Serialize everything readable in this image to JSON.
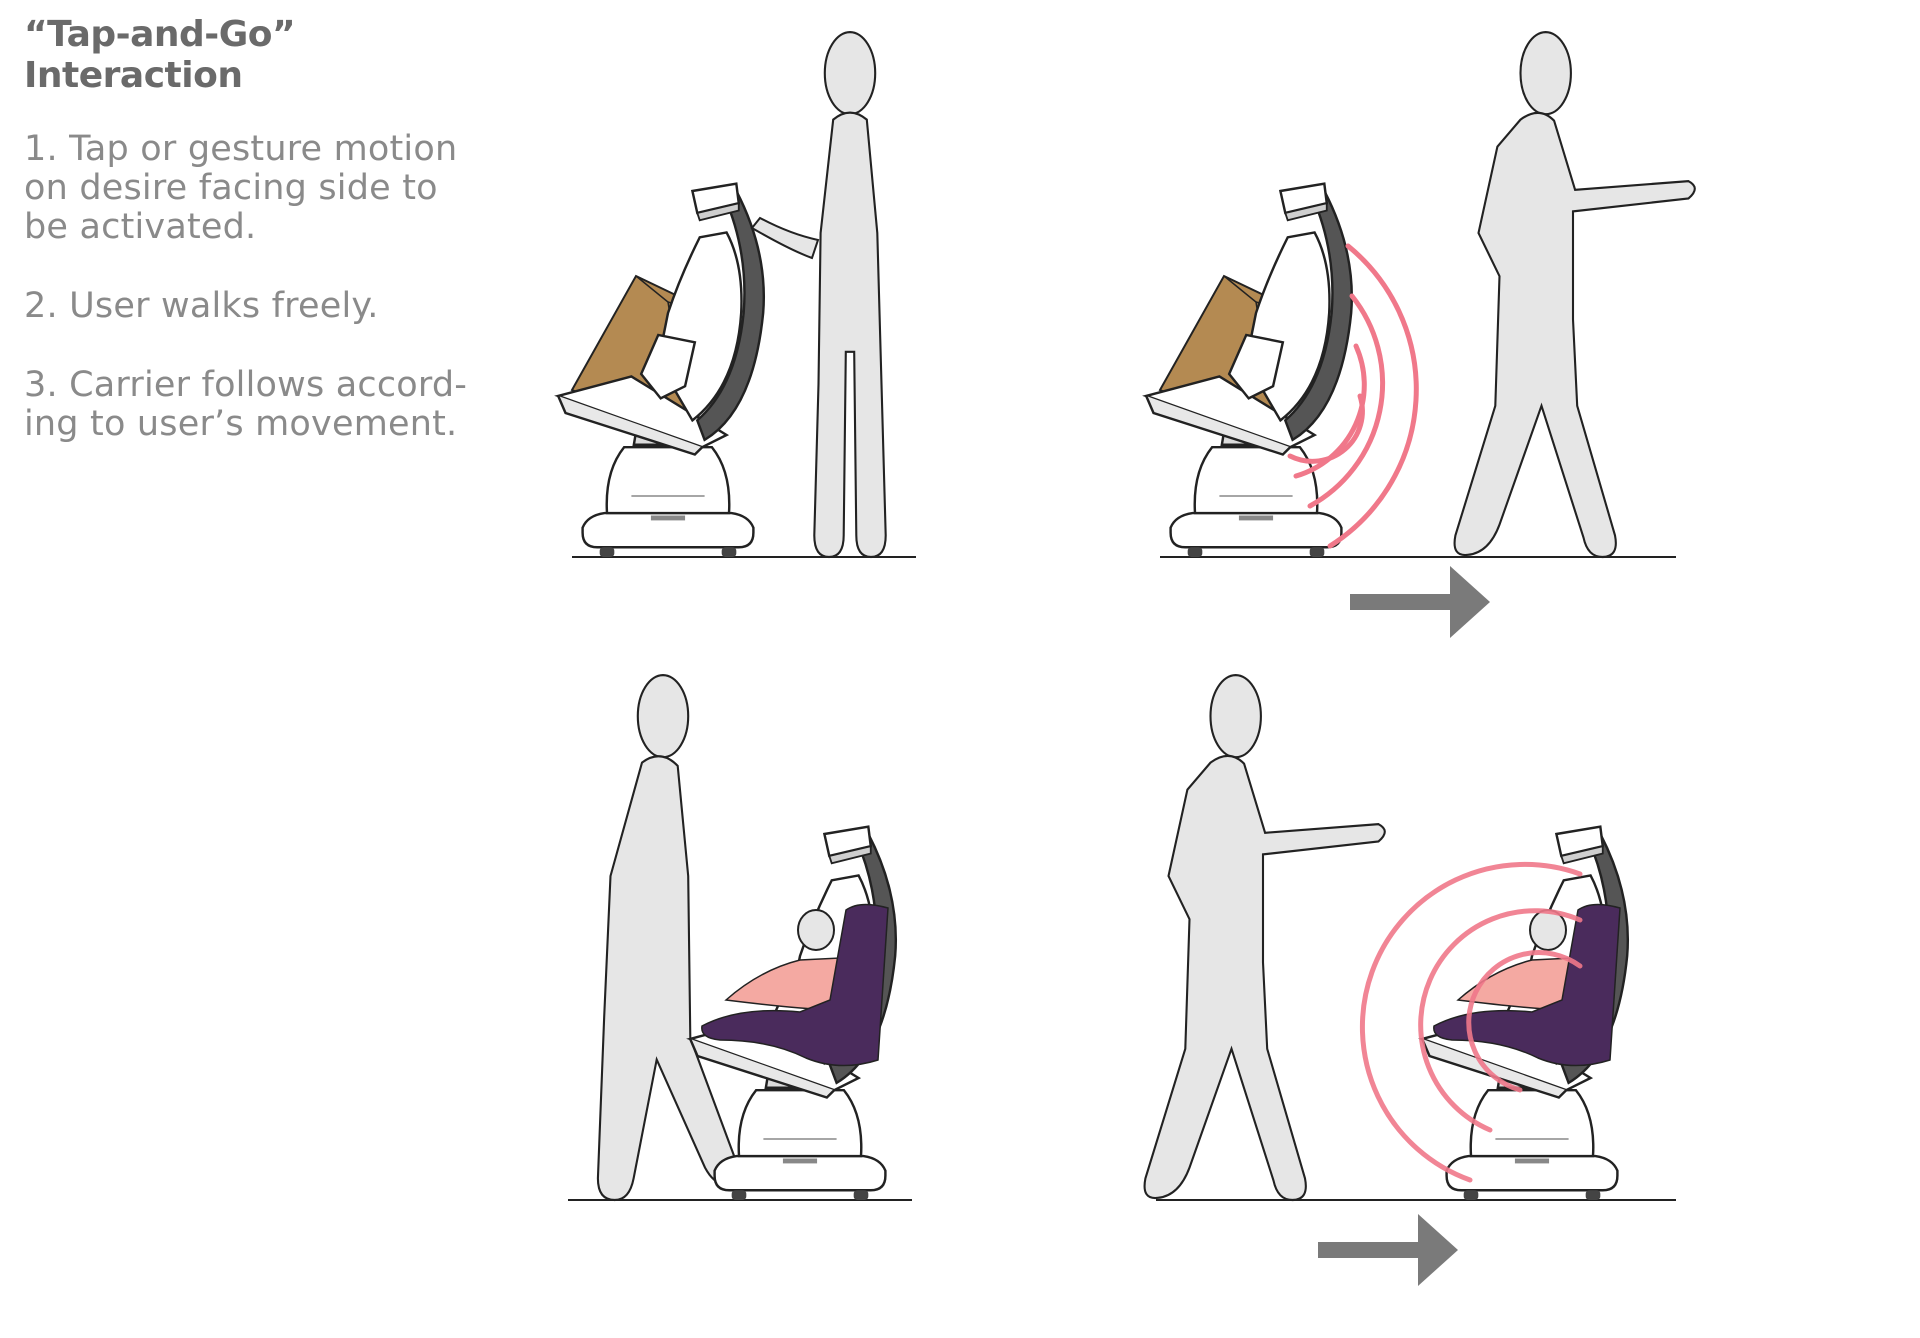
{
  "title": "“Tap-and-Go” Interaction",
  "steps": [
    "1. Tap or gesture motion on desire facing side to be activated.",
    "2. User walks freely.",
    "3. Carrier follows accord-ing to user’s movement."
  ],
  "step_lines": [
    [
      "1. Tap or gesture motion",
      "on desire facing side to",
      "be activated."
    ],
    [
      "2. User walks freely."
    ],
    [
      "3. Carrier follows accord-",
      "ing to user’s movement."
    ]
  ],
  "colors": {
    "figure_fill": "#e6e6e6",
    "outline": "#222222",
    "box": "#b48a52",
    "signal": "#f0788a",
    "purple": "#4a2b5c",
    "pink": "#f4a9a2",
    "arrow": "#7a7a7a",
    "seat_back": "#555555"
  },
  "icons": [
    "person-figure",
    "walking-person-figure",
    "carrier-robot",
    "cardboard-box",
    "child-passenger",
    "signal-waves",
    "direction-arrow"
  ]
}
